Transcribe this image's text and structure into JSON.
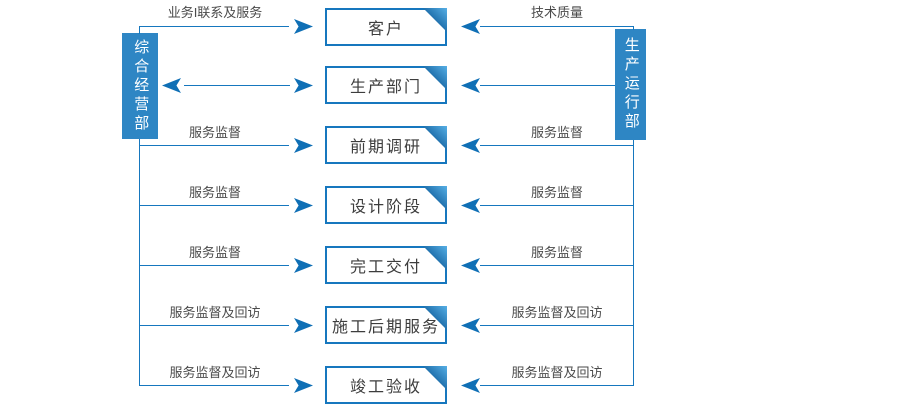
{
  "diagram": {
    "left_department": {
      "label": "综合经营部"
    },
    "right_department": {
      "label": "生产运行部"
    },
    "rows": [
      {
        "box": "客户",
        "left_label": "业务I联系及服务",
        "right_label": "技术质量"
      },
      {
        "box": "生产部门",
        "left_label": "",
        "right_label": ""
      },
      {
        "box": "前期调研",
        "left_label": "服务监督",
        "right_label": "服务监督"
      },
      {
        "box": "设计阶段",
        "left_label": "服务监督",
        "right_label": "服务监督"
      },
      {
        "box": "完工交付",
        "left_label": "服务监督",
        "right_label": "服务监督"
      },
      {
        "box": "施工后期服务",
        "left_label": "服务监督及回访",
        "right_label": "服务监督及回访"
      },
      {
        "box": "竣工验收",
        "left_label": "服务监督及回访",
        "right_label": "服务监督及回访"
      }
    ],
    "colors": {
      "line": "#1677BE",
      "arrow": "#0F6FB5",
      "department_fill": "#2E86C4",
      "fold_dark": "#0C3C65",
      "fold_light": "#56AFE5",
      "label_text": "#4A4A4A",
      "box_text": "#3D3D3D"
    }
  }
}
